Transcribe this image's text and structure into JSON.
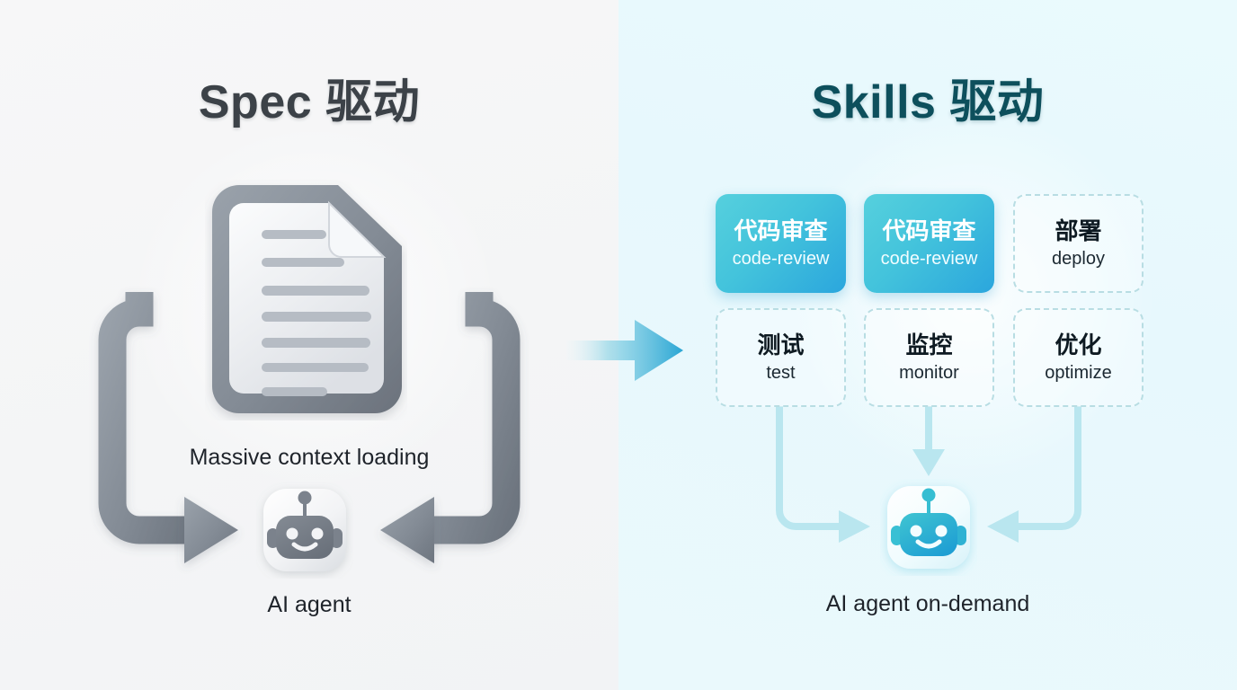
{
  "panels": {
    "left": {
      "title": "Spec 驱动",
      "doc_icon": "document-icon",
      "context_caption": "Massive context loading",
      "agent_icon": "robot-icon",
      "agent_caption": "AI agent",
      "loop_icon": "loop-arrows-icon"
    },
    "right": {
      "title": "Skills 驱动",
      "agent_icon": "robot-icon",
      "agent_caption": "AI agent on-demand",
      "cards": [
        {
          "cn": "代码审查",
          "en": "code-review",
          "state": "active"
        },
        {
          "cn": "代码审查",
          "en": "code-review",
          "state": "active"
        },
        {
          "cn": "部署",
          "en": "deploy",
          "state": "inactive"
        },
        {
          "cn": "测试",
          "en": "test",
          "state": "inactive"
        },
        {
          "cn": "监控",
          "en": "monitor",
          "state": "inactive"
        },
        {
          "cn": "优化",
          "en": "optimize",
          "state": "inactive"
        }
      ]
    }
  },
  "center": {
    "arrow_icon": "arrow-right-icon"
  },
  "colors": {
    "left_bg": "#f4f5f6",
    "right_bg": "#e8f9fd",
    "left_title": "#3c4248",
    "right_title": "#0d4f5c",
    "card_active_from": "#56d0dd",
    "card_active_to": "#2ba6dd",
    "card_dash_border": "#b8dde3",
    "connector": "#b8e6ee",
    "gray_arrow": "#7e868f"
  }
}
